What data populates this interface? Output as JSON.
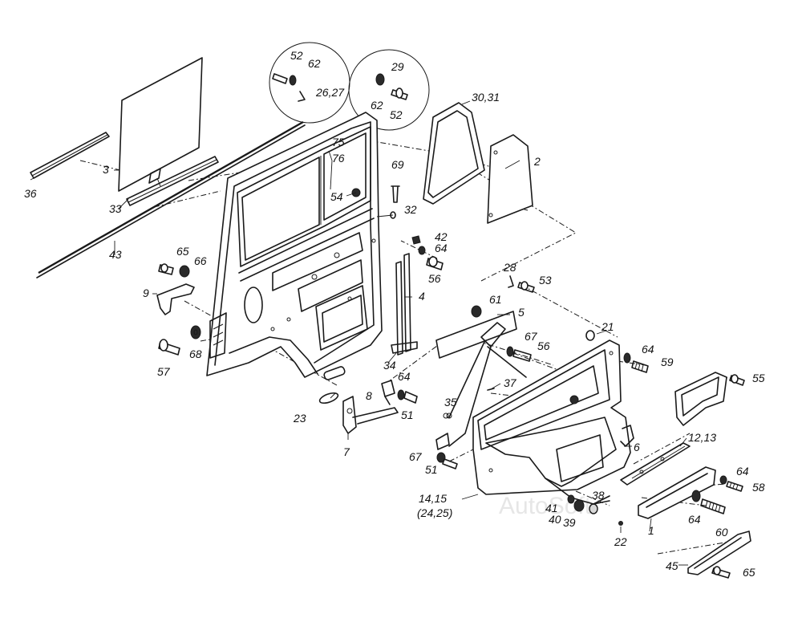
{
  "watermark": "AutoSoft",
  "labels": [
    {
      "key": "l52a",
      "text": "52"
    },
    {
      "key": "l62a",
      "text": "62"
    },
    {
      "key": "l2627",
      "text": "26,27"
    },
    {
      "key": "l29",
      "text": "29"
    },
    {
      "key": "l62b",
      "text": "62"
    },
    {
      "key": "l52b",
      "text": "52"
    },
    {
      "key": "l3031",
      "text": "30,31"
    },
    {
      "key": "l2",
      "text": "2"
    },
    {
      "key": "l3",
      "text": "3"
    },
    {
      "key": "l36",
      "text": "36"
    },
    {
      "key": "l33",
      "text": "33"
    },
    {
      "key": "l43",
      "text": "43"
    },
    {
      "key": "l75",
      "text": "75"
    },
    {
      "key": "l76",
      "text": "76"
    },
    {
      "key": "l54",
      "text": "54"
    },
    {
      "key": "l69",
      "text": "69"
    },
    {
      "key": "l32",
      "text": "32"
    },
    {
      "key": "l42",
      "text": "42"
    },
    {
      "key": "l64a",
      "text": "64"
    },
    {
      "key": "l56a",
      "text": "56"
    },
    {
      "key": "l65a",
      "text": "65"
    },
    {
      "key": "l66",
      "text": "66"
    },
    {
      "key": "l9",
      "text": "9"
    },
    {
      "key": "l4",
      "text": "4"
    },
    {
      "key": "l28",
      "text": "28"
    },
    {
      "key": "l53",
      "text": "53"
    },
    {
      "key": "l61",
      "text": "61"
    },
    {
      "key": "l5",
      "text": "5"
    },
    {
      "key": "l21",
      "text": "21"
    },
    {
      "key": "l67a",
      "text": "67"
    },
    {
      "key": "l56b",
      "text": "56"
    },
    {
      "key": "l64b",
      "text": "64"
    },
    {
      "key": "l59",
      "text": "59"
    },
    {
      "key": "l57",
      "text": "57"
    },
    {
      "key": "l68",
      "text": "68"
    },
    {
      "key": "l34",
      "text": "34"
    },
    {
      "key": "l64c",
      "text": "64"
    },
    {
      "key": "l37",
      "text": "37"
    },
    {
      "key": "l55",
      "text": "55"
    },
    {
      "key": "l8",
      "text": "8"
    },
    {
      "key": "l35",
      "text": "35"
    },
    {
      "key": "l23",
      "text": "23"
    },
    {
      "key": "l51a",
      "text": "51"
    },
    {
      "key": "l7",
      "text": "7"
    },
    {
      "key": "l6",
      "text": "6"
    },
    {
      "key": "l1213",
      "text": "12,13"
    },
    {
      "key": "l67b",
      "text": "67"
    },
    {
      "key": "l51b",
      "text": "51"
    },
    {
      "key": "l64d",
      "text": "64"
    },
    {
      "key": "l58",
      "text": "58"
    },
    {
      "key": "l1415",
      "text": "14,15"
    },
    {
      "key": "l2425",
      "text": "(24,25)"
    },
    {
      "key": "l38",
      "text": "38"
    },
    {
      "key": "l41",
      "text": "41"
    },
    {
      "key": "l40",
      "text": "40"
    },
    {
      "key": "l39",
      "text": "39"
    },
    {
      "key": "l64e",
      "text": "64"
    },
    {
      "key": "l60",
      "text": "60"
    },
    {
      "key": "l1",
      "text": "1"
    },
    {
      "key": "l22",
      "text": "22"
    },
    {
      "key": "l45",
      "text": "45"
    },
    {
      "key": "l65b",
      "text": "65"
    }
  ]
}
